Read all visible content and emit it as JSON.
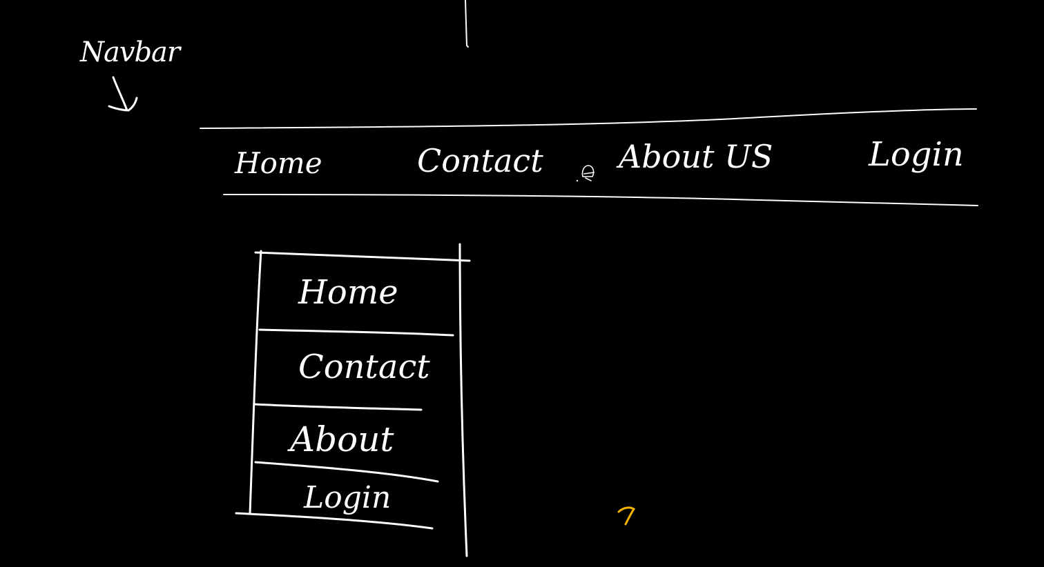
{
  "annotation": {
    "label": "Navbar"
  },
  "navbar": {
    "items": [
      {
        "label": "Home"
      },
      {
        "label": "Contact"
      },
      {
        "label": "About US"
      },
      {
        "label": "Login"
      }
    ]
  },
  "mobile_menu": {
    "items": [
      {
        "label": "Home"
      },
      {
        "label": "Contact"
      },
      {
        "label": "About"
      },
      {
        "label": "Login"
      }
    ]
  },
  "colors": {
    "background": "#000000",
    "ink": "#ffffff",
    "marker": "#f5b400"
  }
}
